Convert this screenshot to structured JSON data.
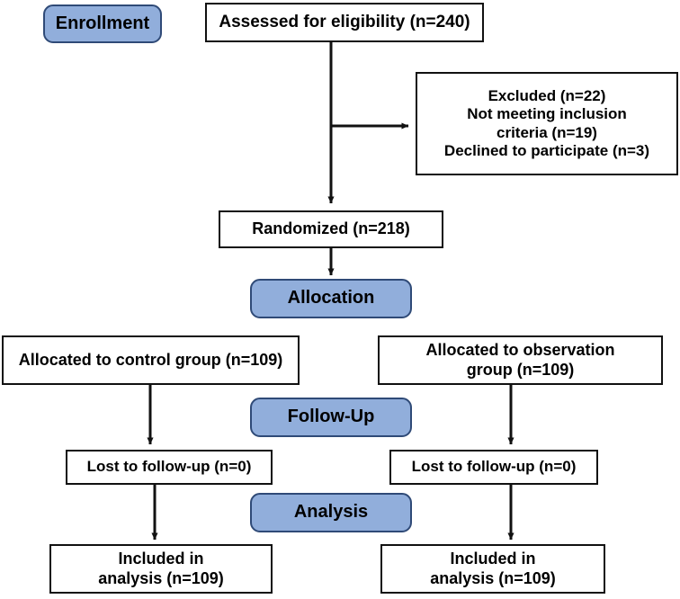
{
  "chart_data": {
    "type": "diagram",
    "title": "CONSORT participant flow diagram",
    "diagram_kind": "flowchart",
    "stage_color": "#91AEDB",
    "box_color": "#FFFFFF",
    "border_color": "#111111",
    "text_color": "#000000",
    "stages": [
      "Enrollment",
      "Allocation",
      "Follow-Up",
      "Analysis"
    ],
    "nodes": [
      {
        "id": "assessed",
        "label": "Assessed for eligibility (n=240)",
        "n": 240
      },
      {
        "id": "excluded",
        "label": "Excluded (n=22) / Not meeting inclusion criteria (n=19) / Declined to participate (n=3)",
        "n": 22
      },
      {
        "id": "randomized",
        "label": "Randomized (n=218)",
        "n": 218
      },
      {
        "id": "alloc-control",
        "label": "Allocated to control group (n=109)",
        "n": 109
      },
      {
        "id": "alloc-observation",
        "label": "Allocated to observation group (n=109)",
        "n": 109
      },
      {
        "id": "lost-control",
        "label": "Lost to follow-up (n=0)",
        "n": 0
      },
      {
        "id": "lost-observation",
        "label": "Lost to follow-up (n=0)",
        "n": 0
      },
      {
        "id": "analysis-control",
        "label": "Included in analysis (n=109)",
        "n": 109
      },
      {
        "id": "analysis-observation",
        "label": "Included in analysis (n=109)",
        "n": 109
      }
    ],
    "edges": [
      {
        "from": "assessed",
        "to": "randomized"
      },
      {
        "from": "assessed",
        "to": "excluded"
      },
      {
        "from": "randomized",
        "to": "allocation-stage"
      },
      {
        "from": "alloc-control",
        "to": "lost-control"
      },
      {
        "from": "alloc-observation",
        "to": "lost-observation"
      },
      {
        "from": "lost-control",
        "to": "analysis-control"
      },
      {
        "from": "lost-observation",
        "to": "analysis-observation"
      }
    ]
  },
  "stages": {
    "enrollment": "Enrollment",
    "allocation": "Allocation",
    "follow_up": "Follow-Up",
    "analysis": "Analysis"
  },
  "boxes": {
    "assessed": {
      "line1": "Assessed for eligibility (n=240)"
    },
    "excluded": {
      "line1": "Excluded (n=22)",
      "line2": "Not meeting inclusion",
      "line3": "criteria (n=19)",
      "line4": "Declined to participate (n=3)"
    },
    "randomized": {
      "line1": "Randomized (n=218)"
    },
    "allocated_control": {
      "line1": "Allocated to control group (n=109)"
    },
    "allocated_observation": {
      "line1": "Allocated to observation",
      "line2": "group (n=109)"
    },
    "lost_control": {
      "line1": "Lost to follow-up (n=0)"
    },
    "lost_observation": {
      "line1": "Lost to follow-up (n=0)"
    },
    "analysis_control": {
      "line1": "Included in",
      "line2": "analysis (n=109)"
    },
    "analysis_observation": {
      "line1": "Included in",
      "line2": "analysis (n=109)"
    }
  }
}
